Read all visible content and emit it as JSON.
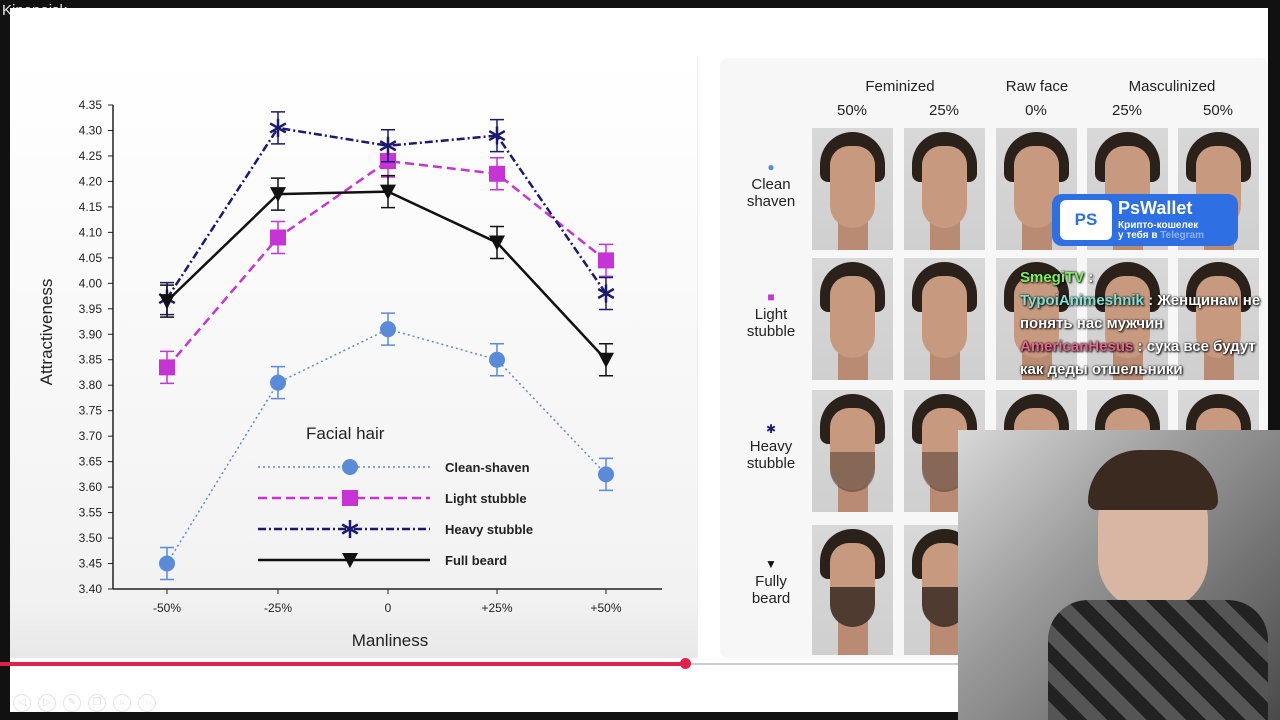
{
  "window_title": "Kinopoisk",
  "chart_data": {
    "type": "line",
    "xlabel": "Manliness",
    "ylabel": "Attractiveness",
    "categories": [
      "-50%",
      "-25%",
      "0",
      "+25%",
      "+50%"
    ],
    "ylim": [
      3.4,
      4.35
    ],
    "yticks": [
      "3.40",
      "3.45",
      "3.50",
      "3.55",
      "3.60",
      "3.65",
      "3.70",
      "3.75",
      "3.80",
      "3.85",
      "3.90",
      "3.95",
      "4.00",
      "4.05",
      "4.10",
      "4.15",
      "4.20",
      "4.25",
      "4.30",
      "4.35"
    ],
    "legend_title": "Facial hair",
    "legend_position": "bottom-center",
    "series": [
      {
        "name": "Clean-shaven",
        "color": "#5b8ad8",
        "marker": "circle",
        "dash": "2,3",
        "values": [
          3.45,
          3.805,
          3.91,
          3.85,
          3.625
        ]
      },
      {
        "name": "Light stubble",
        "color": "#c734d6",
        "marker": "square",
        "dash": "9,5",
        "values": [
          3.835,
          4.09,
          4.24,
          4.215,
          4.045
        ]
      },
      {
        "name": "Heavy stubble",
        "color": "#1c1a6e",
        "marker": "asterisk",
        "dash": "8,3,2,3",
        "values": [
          3.97,
          4.305,
          4.27,
          4.29,
          3.98
        ]
      },
      {
        "name": "Full beard",
        "color": "#111111",
        "marker": "triangle-down",
        "dash": "",
        "values": [
          3.965,
          4.175,
          4.18,
          4.08,
          3.85
        ]
      }
    ]
  },
  "faces": {
    "groups": [
      "Feminized",
      "Raw face",
      "Masculinized"
    ],
    "columns": [
      "50%",
      "25%",
      "0%",
      "25%",
      "50%"
    ],
    "rows": [
      "Clean shaven",
      "Light stubble",
      "Heavy stubble",
      "Fully beard"
    ]
  },
  "ad": {
    "title": "PsWallet",
    "logo": "PS",
    "line1": "Крипто-кошелек",
    "line2": "у тебя в",
    "line2_accent": "Telegram"
  },
  "chat": [
    {
      "user": "SmegiTV",
      "color": "#7cf25a",
      "text": ""
    },
    {
      "user": "TypoiAnimeshnik",
      "color": "#7ee3d3",
      "text": "Женщинам не понять нас мужчин"
    },
    {
      "user": "AmericanHesus",
      "color": "#e8668c",
      "text": "сука все будут как деды отшельники"
    }
  ],
  "playback": {
    "progress": 0.535
  }
}
